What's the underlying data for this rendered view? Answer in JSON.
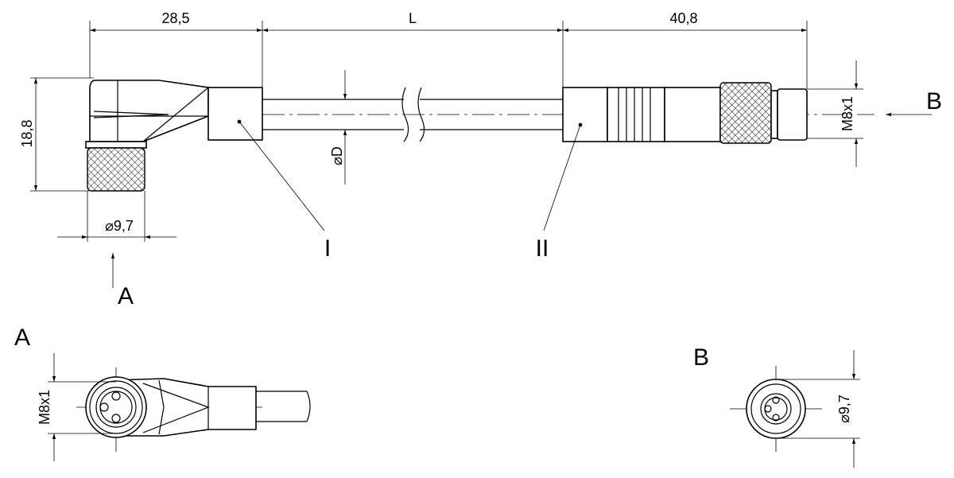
{
  "dimensions": {
    "length_left": "28,5",
    "length_middle": "L",
    "length_right": "40,8",
    "height_left": "18,8",
    "nut_diameter_left": "⌀9,7",
    "cable_diameter": "⌀D",
    "thread_right": "M8x1",
    "thread_view_a": "M8x1",
    "diameter_view_b": "⌀9,7"
  },
  "callouts": {
    "connector_1": "I",
    "connector_2": "II"
  },
  "views": {
    "arrow_a": "A",
    "arrow_b": "B",
    "view_a_title": "A",
    "view_b_title": "B"
  }
}
